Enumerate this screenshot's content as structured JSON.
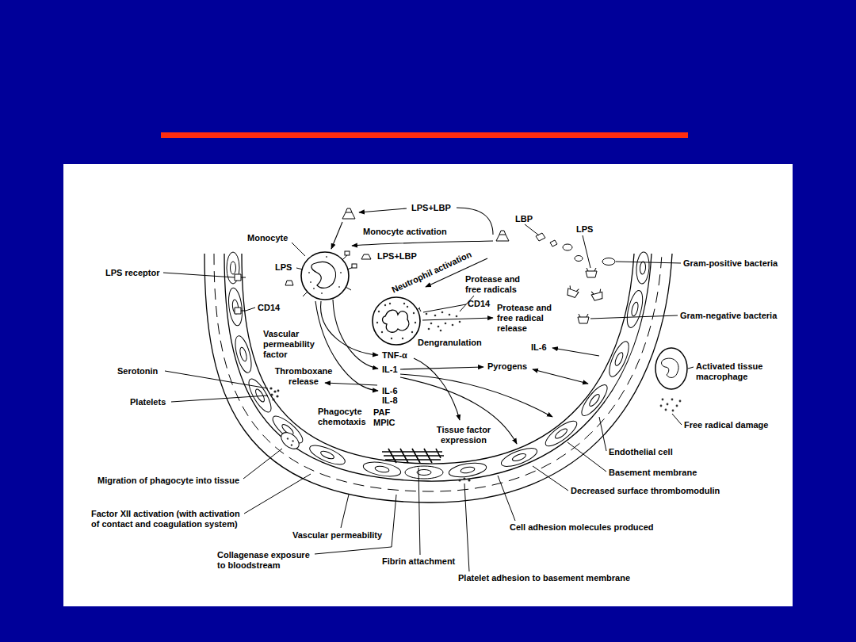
{
  "diagram": {
    "labels": [
      "LPS+LBP",
      "LBP",
      "LPS",
      "Monocyte",
      "Monocyte activation",
      "LPS+LBP",
      "Neutrophil activation",
      "Gram-positive bacteria",
      "LPS receptor",
      "LPS",
      "Protease and free radicals",
      "CD14",
      "CD14",
      "Protease and free radical release",
      "Gram-negative bacteria",
      "Vascular permeability factor",
      "Dengranulation",
      "TNF-α",
      "IL-6",
      "Serotonin",
      "IL-1",
      "Pyrogens",
      "Activated tissue macrophage",
      "Thromboxane release",
      "IL-6",
      "IL-8",
      "Platelets",
      "Phagocyte chemotaxis",
      "PAF",
      "MPIC",
      "Free radical damage",
      "Tissue factor expression",
      "Endothelial cell",
      "Basement membrane",
      "Migration of phagocyte into tissue",
      "Decreased surface thrombomodulin",
      "Factor XII activation (with activation of contact and coagulation system)",
      "Cell adhesion molecules produced",
      "Vascular permeability",
      "Collagenase exposure to bloodstream",
      "Fibrin attachment",
      "Platelet adhesion to basement membrane"
    ]
  }
}
